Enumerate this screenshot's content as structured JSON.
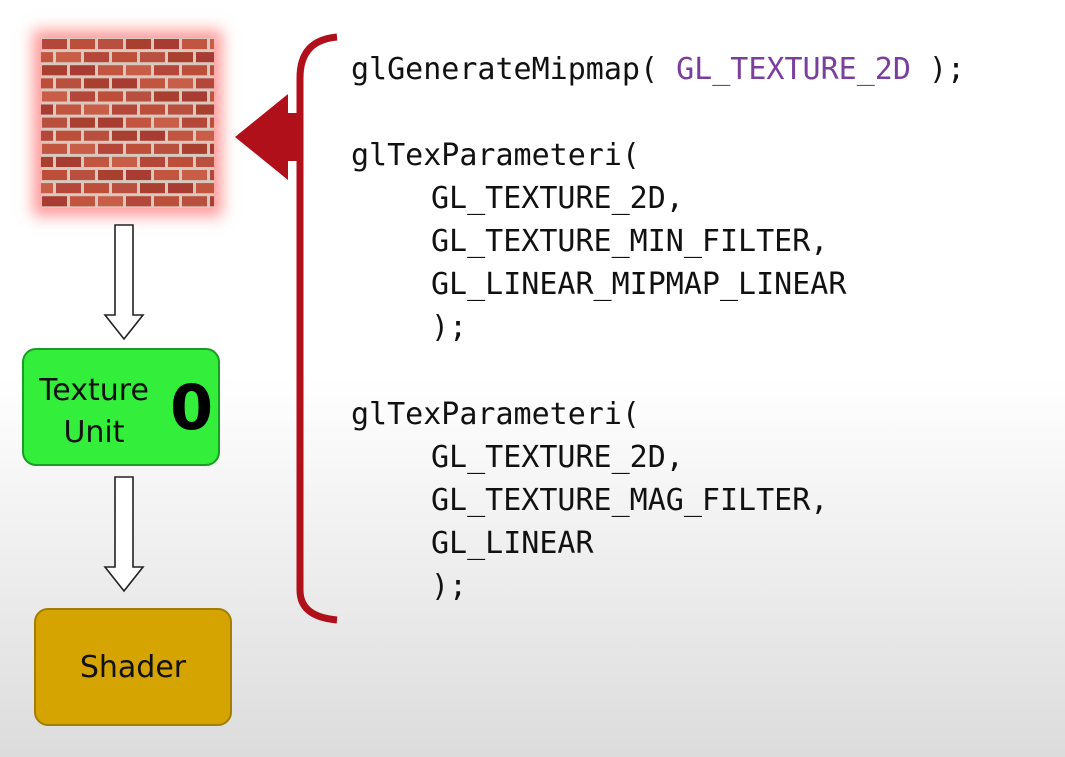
{
  "diagram": {
    "texture_unit": {
      "label_line1": "Texture",
      "label_line2": "Unit",
      "number": "0"
    },
    "shader": {
      "label": "Shader"
    }
  },
  "code": {
    "line1_func": "glGenerateMipmap(",
    "line1_arg": "GL_TEXTURE_2D",
    "line1_end": ");",
    "block2_func": "glTexParameteri(",
    "block2_arg1": "GL_TEXTURE_2D,",
    "block2_arg2": "GL_TEXTURE_MIN_FILTER,",
    "block2_arg3": "GL_LINEAR_MIPMAP_LINEAR",
    "block2_end": ");",
    "block3_func": "glTexParameteri(",
    "block3_arg1": "GL_TEXTURE_2D,",
    "block3_arg2": "GL_TEXTURE_MAG_FILTER,",
    "block3_arg3": "GL_LINEAR",
    "block3_end": ");"
  },
  "colors": {
    "code_text": "#111111",
    "code_constant": "#7a3e9d",
    "bracket": "#b0101a",
    "texture_unit_fill": "#33ee3a",
    "shader_fill": "#d6a400",
    "texture_glow": "#ff7878"
  },
  "icons": {
    "texture_image": "brick-wall-texture",
    "flow_arrow": "hollow-down-arrow",
    "pointer_arrow": "red-left-arrow"
  }
}
